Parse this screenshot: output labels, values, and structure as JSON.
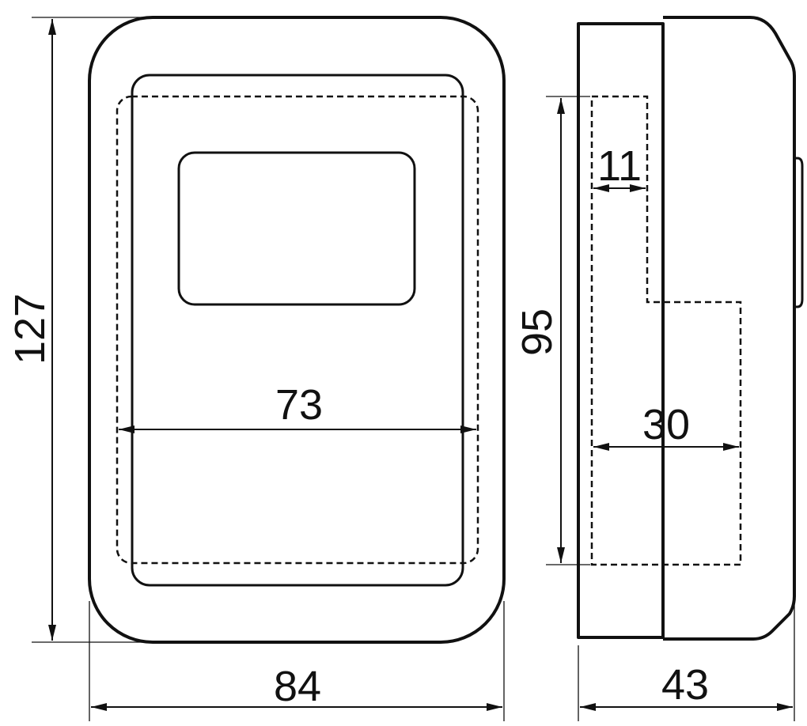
{
  "dimensions": {
    "overall_height": "127",
    "overall_width": "84",
    "inner_width": "73",
    "inner_height": "95",
    "inner_depth_top": "11",
    "inner_depth_bottom": "30",
    "overall_depth": "43"
  },
  "colors": {
    "stroke": "#111111",
    "background": "#ffffff"
  }
}
